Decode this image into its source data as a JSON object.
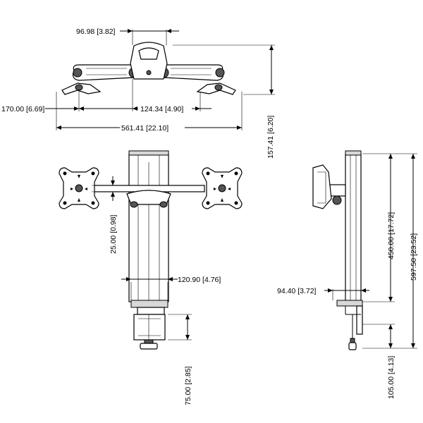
{
  "dimensions": {
    "top_pivot_width": "96.98 [3.82]",
    "top_left_offset": "170.00 [6.69]",
    "top_mount_spacing": "124.34 [4.90]",
    "overall_width": "561.41 [22.10]",
    "overall_height_top": "157.41 [6.20]",
    "arm_offset": "25.00 [0.98]",
    "collar_width": "120.90 [4.76]",
    "clamp_height": "75.00 [2.85]",
    "side_base_depth": "94.40 [3.72]",
    "pole_height": "450.00 [17.72]",
    "total_height": "597.50 [23.52]",
    "clamp_range": "105.00 [4.13]"
  }
}
